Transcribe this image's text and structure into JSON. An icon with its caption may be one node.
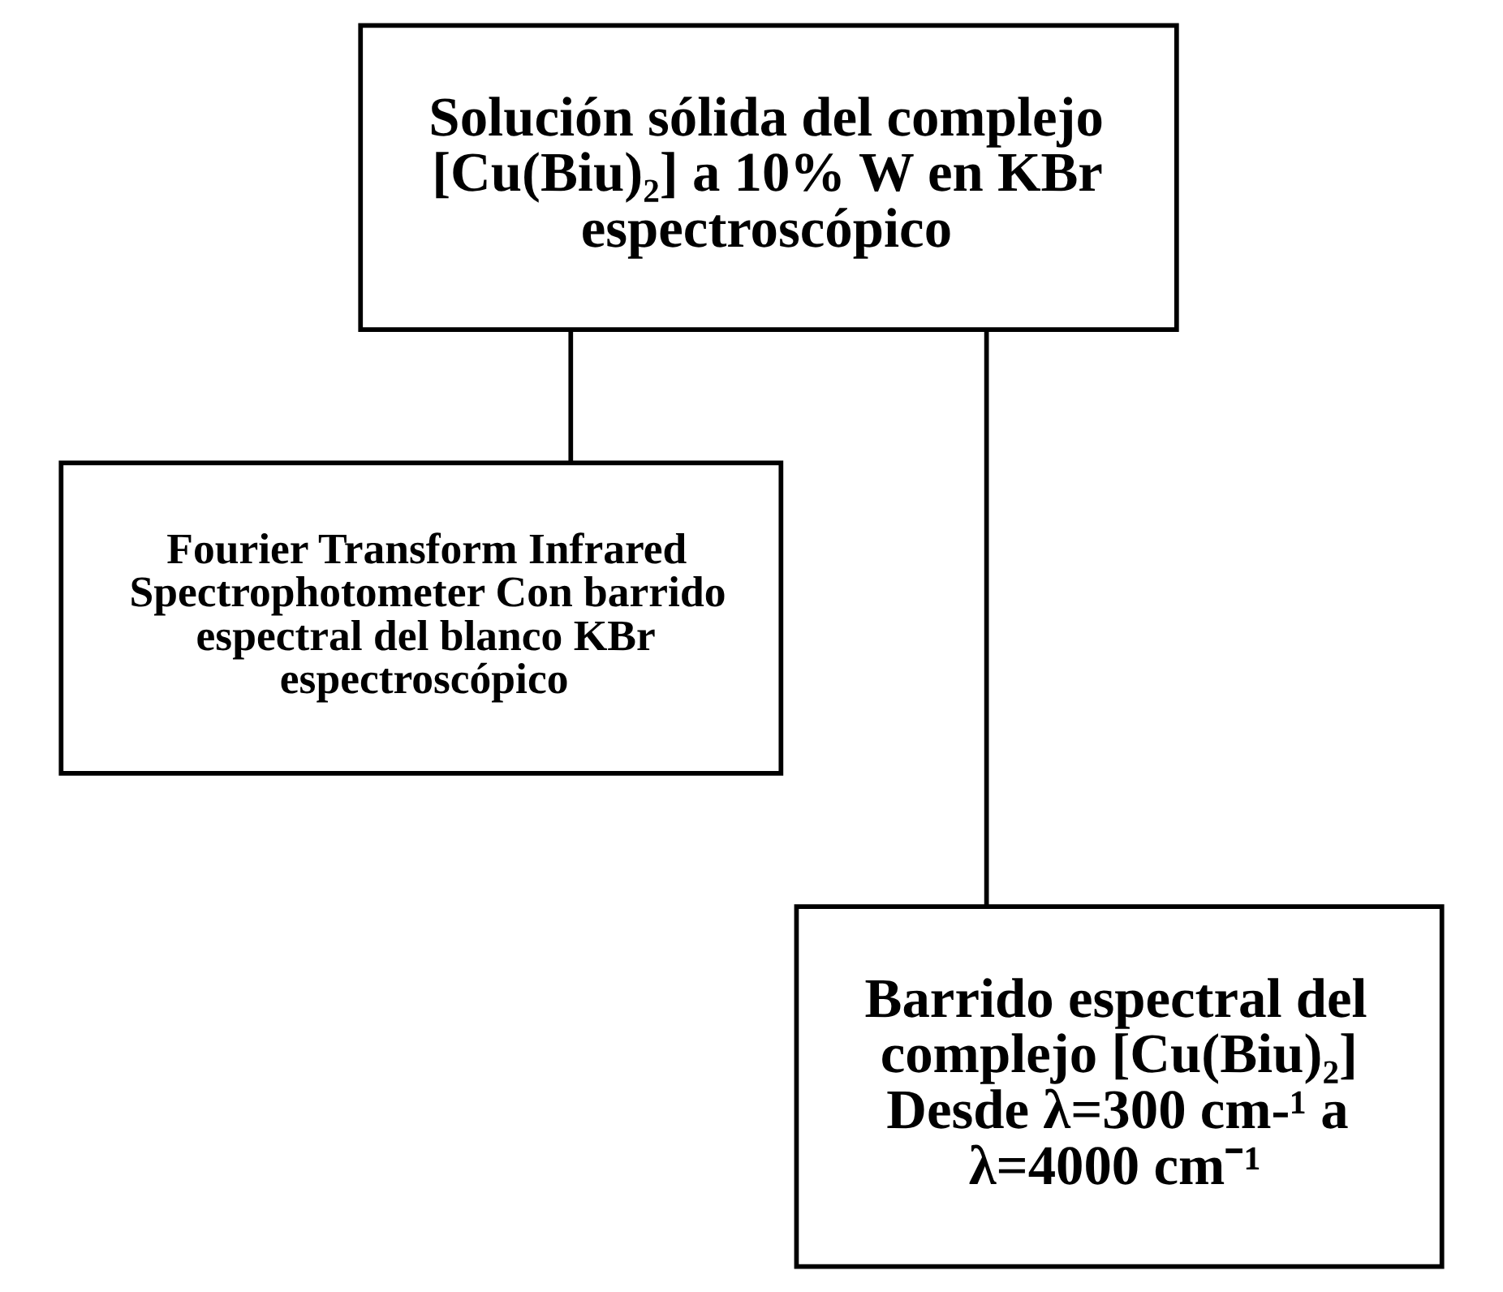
{
  "diagram": {
    "nodes": [
      {
        "text": [
          "Solución sólida del complejo [Cu(Biu)₂] a 10% W en KBr espectroscópico"
        ]
      },
      {
        "text": [
          "Fourier Transform Infrared Spectrophotometer Con barrido espectral del blanco KBr espectroscópico"
        ]
      },
      {
        "text": [
          "Barrido espectral del complejo [Cu(Biu)₂] Desde λ=300 cm-¹ a λ=4000 cm⁻¹"
        ]
      }
    ],
    "edges": [
      {
        "from": 0,
        "to": 1,
        "arrow": "none"
      },
      {
        "from": 0,
        "to": 2,
        "arrow": "none"
      }
    ]
  }
}
